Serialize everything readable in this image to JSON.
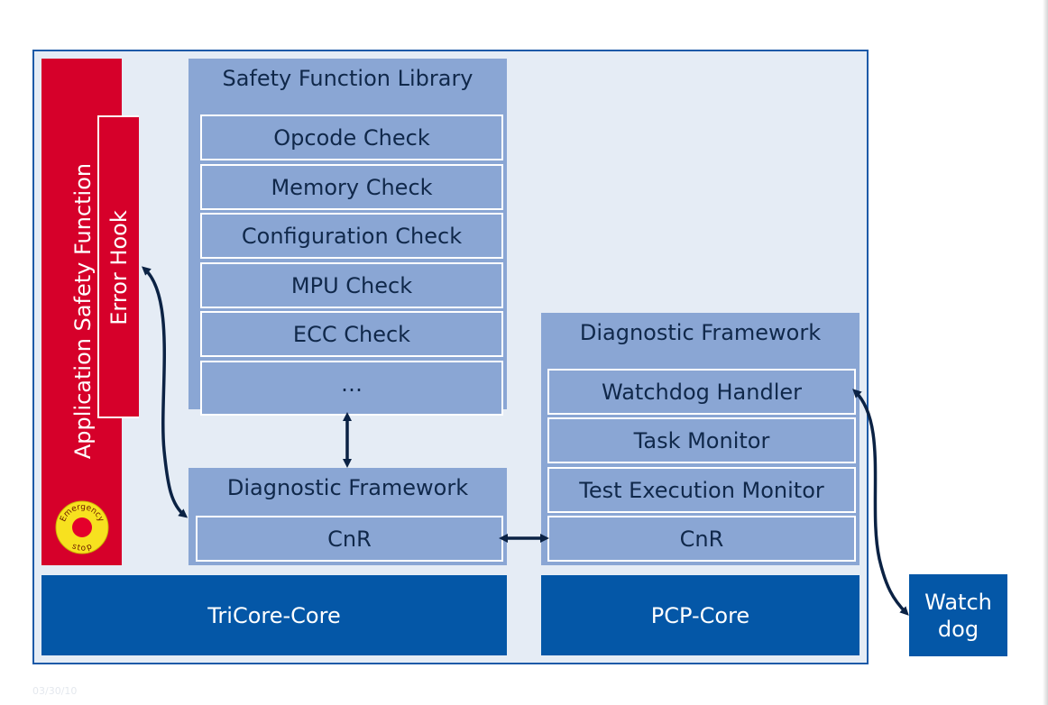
{
  "app_safety": {
    "label": "Application Safety Function",
    "error_hook": "Error Hook"
  },
  "emergency_stop": {
    "top_text": "Emergency",
    "bottom_text": "stop"
  },
  "safety_library": {
    "title": "Safety Function Library",
    "items": [
      "Opcode Check",
      "Memory Check",
      "Configuration Check",
      "MPU Check",
      "ECC Check",
      "…"
    ]
  },
  "diag_left": {
    "title": "Diagnostic Framework",
    "item": "CnR"
  },
  "diag_right": {
    "title": "Diagnostic Framework",
    "items": [
      "Watchdog Handler",
      "Task Monitor",
      "Test Execution Monitor",
      "CnR"
    ]
  },
  "cores": {
    "tricore": "TriCore-Core",
    "pcp": "PCP-Core"
  },
  "watchdog": {
    "label": "Watch\ndog"
  },
  "footer": {
    "date": "03/30/10"
  },
  "colors": {
    "frame_border": "#1d5aa8",
    "frame_fill": "#e5ecf5",
    "safety_red": "#d6002a",
    "panel_blue": "#8aa6d4",
    "core_blue": "#0457a7",
    "arrow": "#0b2244",
    "stop_yellow": "#f7e11f"
  }
}
